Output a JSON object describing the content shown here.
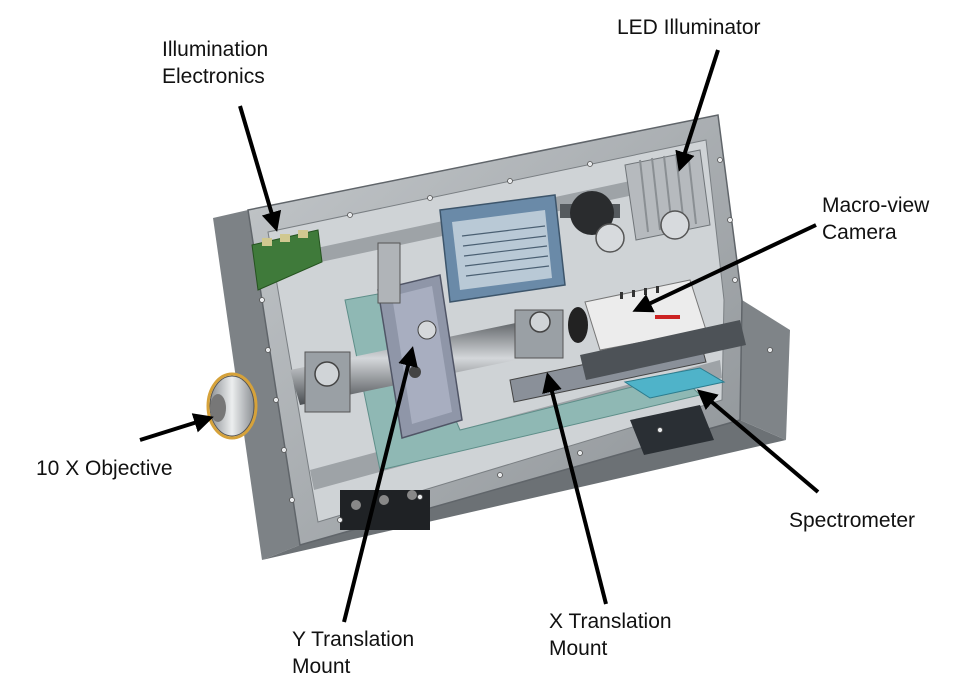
{
  "colors": {
    "frame": "#a9adb1",
    "frame_dark": "#6e7377",
    "interior": "#d9dcdf",
    "base_plate": "#8fb8b4",
    "pcb": "#3f7a3a",
    "spectrometer": "#4fb3c9",
    "camera_body": "#e8e8e8",
    "arrow": "#000000"
  },
  "labels": {
    "illumination_electronics": [
      "Illumination",
      "Electronics"
    ],
    "led_illuminator": [
      "LED Illuminator"
    ],
    "macro_view_camera": [
      "Macro-view",
      "Camera"
    ],
    "objective": [
      "10 X Objective"
    ],
    "spectrometer": [
      "Spectrometer"
    ],
    "y_translation_mount": [
      "Y Translation",
      "Mount"
    ],
    "x_translation_mount": [
      "X Translation",
      "Mount"
    ]
  }
}
